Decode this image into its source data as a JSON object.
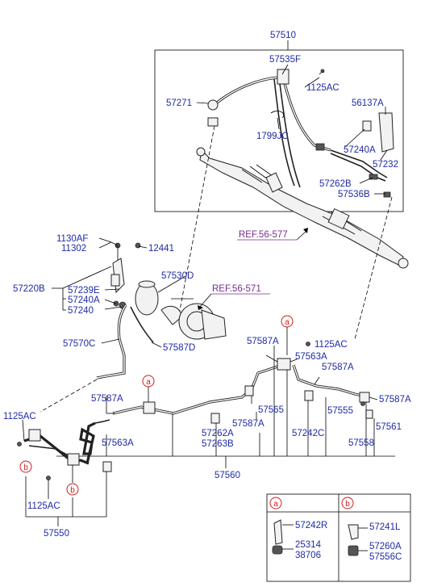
{
  "labels": {
    "p57510": "57510",
    "p57535F": "57535F",
    "p1125AC_a": "1125AC",
    "p57271": "57271",
    "p56137A": "56137A",
    "p1799JC": "1799JC",
    "p57240A_a": "57240A",
    "p57232": "57232",
    "p57262B": "57262B",
    "p57536B": "57536B",
    "p1130AF": "1130AF",
    "p11302": "11302",
    "p12441": "12441",
    "p57530D": "57530D",
    "p57220B": "57220B",
    "p57239E": "57239E",
    "p57240A_b": "57240A",
    "p57240": "57240",
    "p57570C": "57570C",
    "p57587D": "57587D",
    "p57587A_a": "57587A",
    "p1125AC_b": "1125AC",
    "p57563A_a": "57563A",
    "p57587A_b": "57587A",
    "p57587A_c": "57587A",
    "p1125AC_c": "1125AC",
    "p57587A_d": "57587A",
    "p57565": "57565",
    "p57555": "57555",
    "p57561": "57561",
    "p57563A_b": "57563A",
    "p57262A": "57262A",
    "p57263B": "57263B",
    "p57587A_e": "57587A",
    "p57242C": "57242C",
    "p57558": "57558",
    "p57560": "57560",
    "p1125AC_d": "1125AC",
    "p57550": "57550",
    "ref_56_577": "REF.56-577",
    "ref_56_571": "REF.56-571",
    "circle_a": "a",
    "circle_b": "b",
    "legend_a_1": "57242R",
    "legend_a_2": "25314",
    "legend_a_3": "38706",
    "legend_b_1": "57241L",
    "legend_b_2": "57260A",
    "legend_b_3": "57556C"
  },
  "colors": {
    "label": "#1f2aa6",
    "reference": "#7a2c8f",
    "callout": "#d11b1b"
  }
}
